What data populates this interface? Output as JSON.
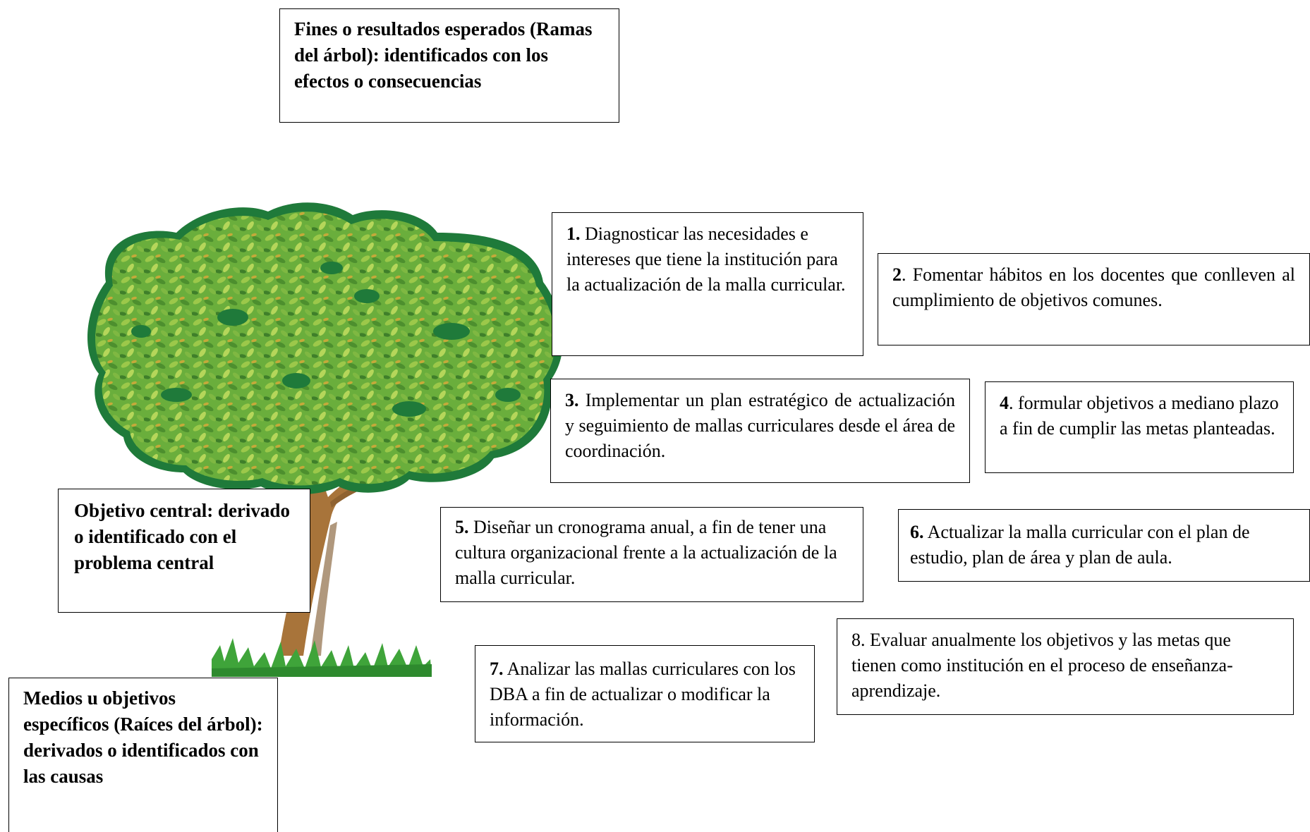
{
  "header_box": {
    "text": "Fines o resultados esperados (Ramas del árbol): identificados con los efectos o consecuencias"
  },
  "central_box": {
    "text": "Objetivo central: derivado o identificado con el problema central"
  },
  "roots_box": {
    "text": "Medios u objetivos específicos (Raíces del árbol): derivados o identificados con las causas"
  },
  "objectives": [
    {
      "num": "1.",
      "text": " Diagnosticar las necesidades e intereses que tiene la institución para la actualización de la malla curricular."
    },
    {
      "num": "2",
      "text": ". Fomentar hábitos en los docentes que conlleven al cumplimiento de objetivos comunes."
    },
    {
      "num": "3.",
      "text": " Implementar un plan estratégico de actualización y seguimiento de mallas curriculares desde el área de coordinación."
    },
    {
      "num": "4",
      "text": ". formular objetivos a mediano plazo a fin de cumplir las metas planteadas."
    },
    {
      "num": "5.",
      "text": " Diseñar un cronograma anual, a fin de tener una cultura organizacional frente a la actualización de la malla curricular."
    },
    {
      "num": "6.",
      "text": " Actualizar la malla curricular con el plan de estudio, plan de área y plan de aula."
    },
    {
      "num": "7.",
      "text": " Analizar las mallas curriculares con los DBA a fin de actualizar o modificar la información."
    },
    {
      "num": "",
      "text": "8. Evaluar anualmente los objetivos y las metas que tienen como institución en el proceso de enseñanza- aprendizaje."
    }
  ],
  "colors": {
    "foliage_dark": "#1f7a3a",
    "foliage_mid": "#5fa83a",
    "foliage_light": "#9cc84a",
    "trunk": "#a8743a",
    "trunk_dark": "#7c5326",
    "grass": "#3fa43a"
  }
}
